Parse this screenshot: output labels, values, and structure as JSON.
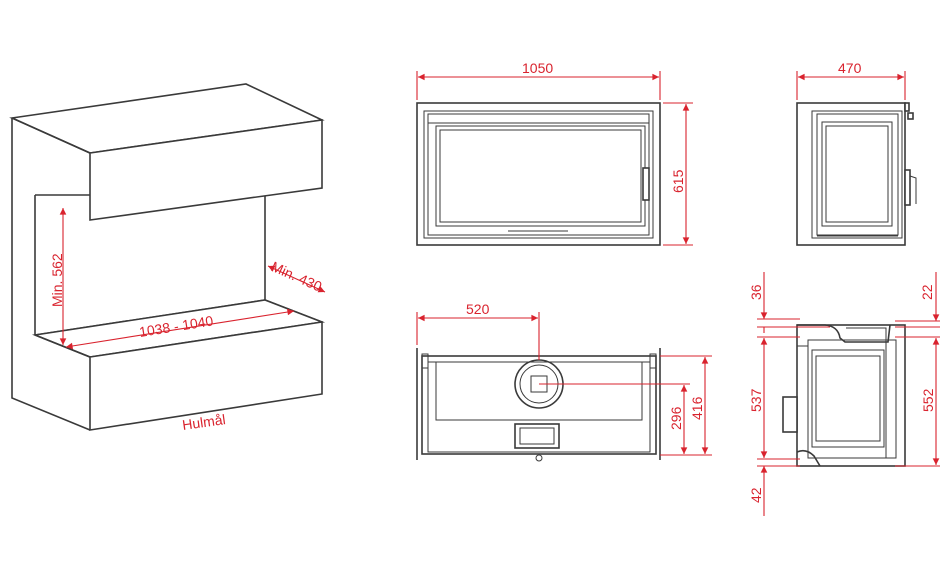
{
  "colors": {
    "line": "#3a3a3a",
    "dimension": "#d9232e",
    "background": "#ffffff"
  },
  "cavity": {
    "height_label": "Min. 562",
    "depth_label": "Min. 430",
    "width_label": "1038 - 1040",
    "caption": "Hulmål"
  },
  "front": {
    "width_label": "1050",
    "height_label": "615"
  },
  "side": {
    "width_label": "470"
  },
  "top": {
    "offset_label": "520",
    "depth_a_label": "296",
    "depth_b_label": "416"
  },
  "side_section": {
    "top_left_label": "36",
    "top_right_label": "22",
    "left_height_label": "537",
    "right_height_label": "552",
    "bottom_label": "42"
  }
}
